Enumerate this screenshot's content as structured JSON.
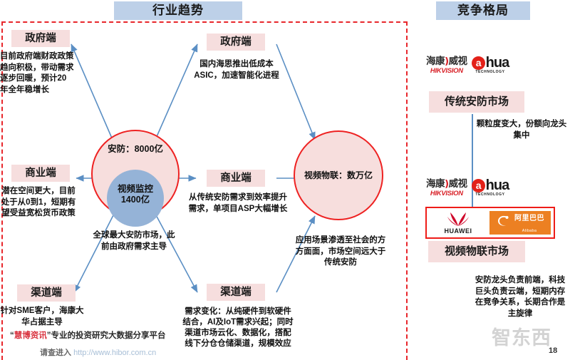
{
  "banners": {
    "trend": "行业趋势",
    "competition": "竞争格局"
  },
  "trend_panel": {
    "left_column": [
      {
        "chip": "政府端",
        "desc": "目前政府端财政政策趋向积极，带动需求逐步回暖，预计20年全年稳增长"
      },
      {
        "chip": "商业端",
        "desc": "潜在空间更大，目前处于从0到1，短期有望受益宽松货币政策"
      },
      {
        "chip": "渠道端",
        "desc": "针对SME客户，海康大华占据主导"
      }
    ],
    "middle_column": [
      {
        "chip": "政府端",
        "desc": "国内海思推出低成本ASIC，加速智能化进程"
      },
      {
        "chip": "商业端",
        "desc": "从传统安防需求到效率提升需求，单项目ASP大幅增长"
      },
      {
        "chip": "渠道端",
        "desc": "需求变化：从纯硬件到软硬件结合，AI及IoT需求兴起；同时渠道市场云化、数据化，搭配线下分仓仓储渠道，规模效应"
      }
    ],
    "left_circle": {
      "outer_label": "安防：8000亿",
      "inner_label_line1": "视频监控",
      "inner_label_line2": "1400亿",
      "caption": "全球最大安防市场，此前由政府需求主导"
    },
    "right_circle": {
      "label": "视频物联：数万亿",
      "caption": "应用场景渗透至社会的方方面面，市场空间远大于传统安防"
    }
  },
  "competition_panel": {
    "traditional": {
      "logos": [
        {
          "type": "hikvision",
          "cn": "海康威视",
          "en": "HIKVISION"
        },
        {
          "type": "dahua",
          "word": "hua",
          "badge": "a",
          "sub": "TECHNOLOGY"
        }
      ],
      "chip": "传统安防市场",
      "note": "颗粒度变大，份额向龙头集中"
    },
    "video_iot": {
      "logos_top": [
        {
          "type": "hikvision",
          "cn": "海康威视",
          "en": "HIKVISION"
        },
        {
          "type": "dahua",
          "word": "hua",
          "badge": "a",
          "sub": "TECHNOLOGY"
        }
      ],
      "logos_framed": [
        {
          "type": "huawei",
          "label": "HUAWEI"
        },
        {
          "type": "alibaba",
          "cn": "阿里巴巴",
          "en": "Alibaba"
        }
      ],
      "chip": "视频物联市场",
      "note": "安防龙头负责前端，科技巨头负责云端，短期内存在竞争关系，长期合作是主旋律"
    }
  },
  "footer": {
    "huibo_quote_open": "“",
    "huibo_brand": "慧博资讯",
    "huibo_quote_close": "”",
    "huibo_tagline": "专业的投资研究大数据分享平台",
    "huibo_url_prefix": "请查进入",
    "huibo_url": "http://www.hibor.com.cn",
    "watermark": "智东西",
    "page_number": "18"
  },
  "colors": {
    "banner_bg": "#bdd0e8",
    "chip_bg": "#f6dede",
    "circle_fill": "#f7dedd",
    "circle_stroke": "#ee2222",
    "inner_circle": "#95b3d7",
    "arrow": "#5b8fc4",
    "dashed_border": "#e8262b",
    "alibaba_orange": "#ec8022",
    "huawei_red": "#cf0a2c"
  }
}
